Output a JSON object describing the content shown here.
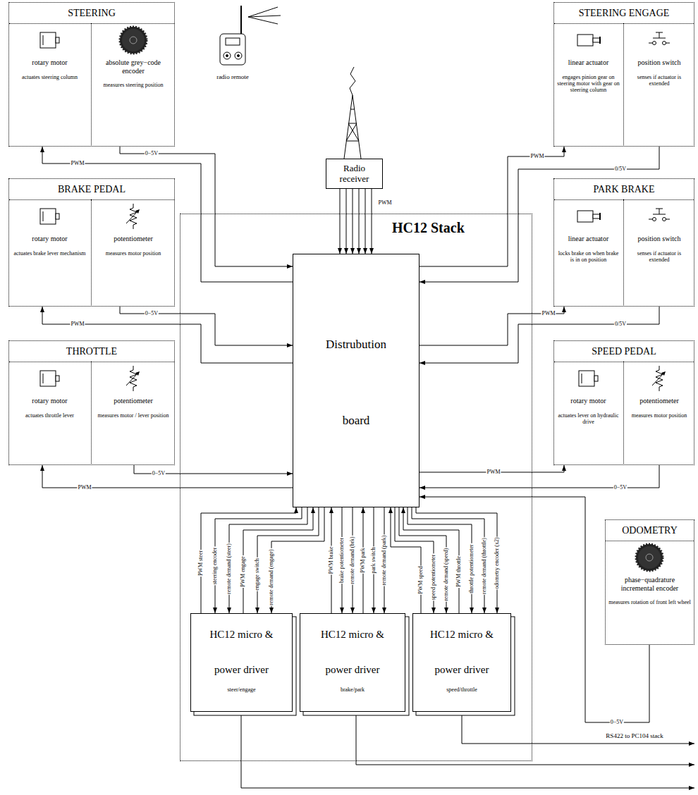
{
  "diagram": {
    "nodes": [
      {
        "text": [
          "STEERING"
        ]
      },
      {
        "text": [
          "rotary motor",
          "actuates steering column"
        ],
        "in": 0
      },
      {
        "text": [
          "absolute grey−code encoder",
          "measures steering position"
        ],
        "in": 0
      },
      {
        "text": [
          "Radio receiver"
        ]
      },
      {
        "text": [
          "STEERING ENGAGE"
        ]
      },
      {
        "text": [
          "linear actuator",
          "engages pinion gear on steering motor with gear on steering column"
        ],
        "in": 4
      },
      {
        "text": [
          "position switch",
          "senses if actuator is extended"
        ],
        "in": 4
      },
      {
        "text": [
          "BRAKE PEDAL"
        ]
      },
      {
        "text": [
          "rotary motor",
          "actuates brake lever mechanism"
        ],
        "in": 7
      },
      {
        "text": [
          "potentiometer",
          "measures motor position"
        ],
        "in": 7
      },
      {
        "text": [
          "HC12 Stack"
        ]
      },
      {
        "text": [
          "Distrubution",
          "board"
        ],
        "in": 10
      },
      {
        "text": [
          "PARK BRAKE"
        ]
      },
      {
        "text": [
          "linear actuator",
          "locks brake on when brake is in on position"
        ],
        "in": 12
      },
      {
        "text": [
          "position switch",
          "senses if actuator is extended"
        ],
        "in": 12
      },
      {
        "text": [
          "THROTTLE"
        ]
      },
      {
        "text": [
          "rotary motor",
          "actuates throttle lever"
        ],
        "in": 15
      },
      {
        "text": [
          "potentiometer",
          "measures motor / lever position"
        ],
        "in": 15
      },
      {
        "text": [
          "SPEED PEDAL"
        ]
      },
      {
        "text": [
          "rotary motor",
          "actuates lever on hydraulic drive"
        ],
        "in": 18
      },
      {
        "text": [
          "potentiometer",
          "measures motor position"
        ],
        "in": 18
      },
      {
        "text": [
          "ODOMETRY"
        ]
      },
      {
        "text": [
          "phase−quadrature incremental encoder",
          "measures rotation of front left wheel"
        ],
        "in": 21
      },
      {
        "text": [
          "HC12 micro & power driver",
          "steer/engage"
        ],
        "in": 10
      },
      {
        "text": [
          "HC12 micro & power driver",
          "brake/park"
        ],
        "in": 10
      },
      {
        "text": [
          "HC12 micro & power driver",
          "speed/throttle"
        ],
        "in": 10
      }
    ],
    "edges": [
      {
        "from": 11,
        "to": 1,
        "arrow": "to",
        "label": "PWM"
      },
      {
        "from": 2,
        "to": 11,
        "arrow": "to",
        "label": "0−5V"
      },
      {
        "from": 11,
        "to": 5,
        "arrow": "to",
        "label": "PWM"
      },
      {
        "from": 6,
        "to": 11,
        "arrow": "to",
        "label": "0/5V"
      },
      {
        "from": 11,
        "to": 8,
        "arrow": "to",
        "label": "PWM"
      },
      {
        "from": 9,
        "to": 11,
        "arrow": "to",
        "label": "0−5V"
      },
      {
        "from": 11,
        "to": 13,
        "arrow": "to",
        "label": "PWM"
      },
      {
        "from": 14,
        "to": 11,
        "arrow": "to",
        "label": "0/5V"
      },
      {
        "from": 11,
        "to": 16,
        "arrow": "to",
        "label": "PWM"
      },
      {
        "from": 17,
        "to": 11,
        "arrow": "to",
        "label": "0−5V"
      },
      {
        "from": 11,
        "to": 19,
        "arrow": "to",
        "label": "PWM"
      },
      {
        "from": 20,
        "to": 11,
        "arrow": "to",
        "label": "0−5V"
      },
      {
        "from": 22,
        "to": 11,
        "arrow": "to",
        "label": "0−5V"
      },
      {
        "from": 3,
        "to": 11,
        "arrow": "to",
        "label": "PWM"
      },
      {
        "from": 23,
        "to": 11,
        "arrow": "to",
        "label": "PWM steer"
      },
      {
        "from": 11,
        "to": 23,
        "arrow": "to",
        "label": "steering encoder"
      },
      {
        "from": 11,
        "to": 23,
        "arrow": "to",
        "label": "remote demand (steer)"
      },
      {
        "from": 23,
        "to": 11,
        "arrow": "to",
        "label": "PWM engage"
      },
      {
        "from": 11,
        "to": 23,
        "arrow": "to",
        "label": "engage switch"
      },
      {
        "from": 11,
        "to": 23,
        "arrow": "to",
        "label": "remote demand (engage)"
      },
      {
        "from": 24,
        "to": 11,
        "arrow": "to",
        "label": "PWM brake"
      },
      {
        "from": 11,
        "to": 24,
        "arrow": "to",
        "label": "brake potentiometer"
      },
      {
        "from": 11,
        "to": 24,
        "arrow": "to",
        "label": "remote demand (brk)"
      },
      {
        "from": 24,
        "to": 11,
        "arrow": "to",
        "label": "PWM park"
      },
      {
        "from": 11,
        "to": 24,
        "arrow": "to",
        "label": "park switch"
      },
      {
        "from": 11,
        "to": 24,
        "arrow": "to",
        "label": "remote demand (park)"
      },
      {
        "from": 25,
        "to": 11,
        "arrow": "to",
        "label": "PWM speed"
      },
      {
        "from": 11,
        "to": 25,
        "arrow": "to",
        "label": "speed potentiometer"
      },
      {
        "from": 11,
        "to": 25,
        "arrow": "to",
        "label": "remote demand (speed)"
      },
      {
        "from": 25,
        "to": 11,
        "arrow": "to",
        "label": "PWM throttle"
      },
      {
        "from": 11,
        "to": 25,
        "arrow": "to",
        "label": "throttle potentiometer"
      },
      {
        "from": 11,
        "to": 25,
        "arrow": "to",
        "label": "remote demand (throttle)"
      },
      {
        "from": 11,
        "to": 25,
        "arrow": "to",
        "label": "odometry encoder (x2)"
      }
    ],
    "labels": [
      "radio remote",
      "RS422 to PC104 stack"
    ]
  }
}
